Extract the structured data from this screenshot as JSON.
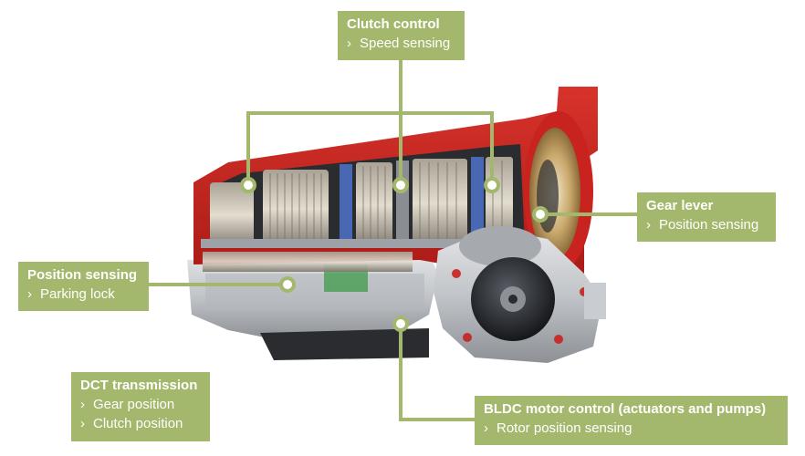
{
  "callouts": {
    "clutch": {
      "title": "Clutch control",
      "items": [
        "Speed sensing"
      ]
    },
    "gear": {
      "title": "Gear lever",
      "items": [
        "Position sensing"
      ]
    },
    "position": {
      "title": "Position sensing",
      "items": [
        "Parking lock"
      ]
    },
    "dct": {
      "title": "DCT transmission",
      "items": [
        "Gear position",
        "Clutch position"
      ]
    },
    "bldc": {
      "title": "BLDC motor control (actuators and pumps)",
      "items": [
        "Rotor position sensing"
      ]
    }
  },
  "bullet_glyph": "›",
  "colors": {
    "label_bg": "#a3b86c",
    "label_text": "#ffffff",
    "connector": "#a3b86c",
    "housing_red": "#c8231e",
    "aluminum": "#c9ccd0",
    "dark_metal": "#2a2c30"
  },
  "image": {
    "subject": "cutaway automatic transmission with motor",
    "icons": [
      "transmission-cutaway-illustration",
      "bldc-motor-illustration"
    ]
  }
}
